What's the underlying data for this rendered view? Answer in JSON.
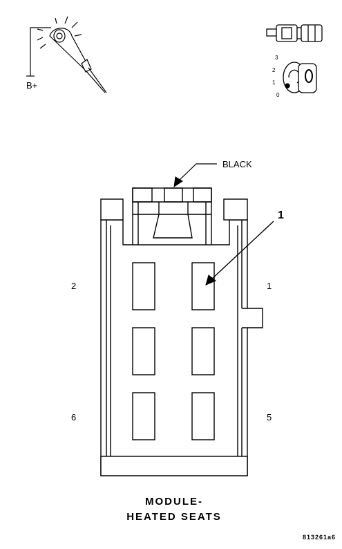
{
  "icons": {
    "test_light": "test-light-probe",
    "b_plus_label": "B+",
    "connector": "connector-icon",
    "ignition": "ignition-key-icon",
    "ignition_positions": [
      "3",
      "2",
      "1",
      "0"
    ]
  },
  "connector": {
    "color_label": "BLACK",
    "callout_number": "1",
    "pin_labels": {
      "top_left": "2",
      "top_right": "1",
      "bottom_left": "6",
      "bottom_right": "5"
    }
  },
  "title": {
    "line1": "MODULE-",
    "line2": "HEATED SEATS"
  },
  "figure_ref": "813261a6",
  "colors": {
    "ink": "#000000",
    "paper": "#ffffff",
    "shade": "#f2f2f2"
  }
}
